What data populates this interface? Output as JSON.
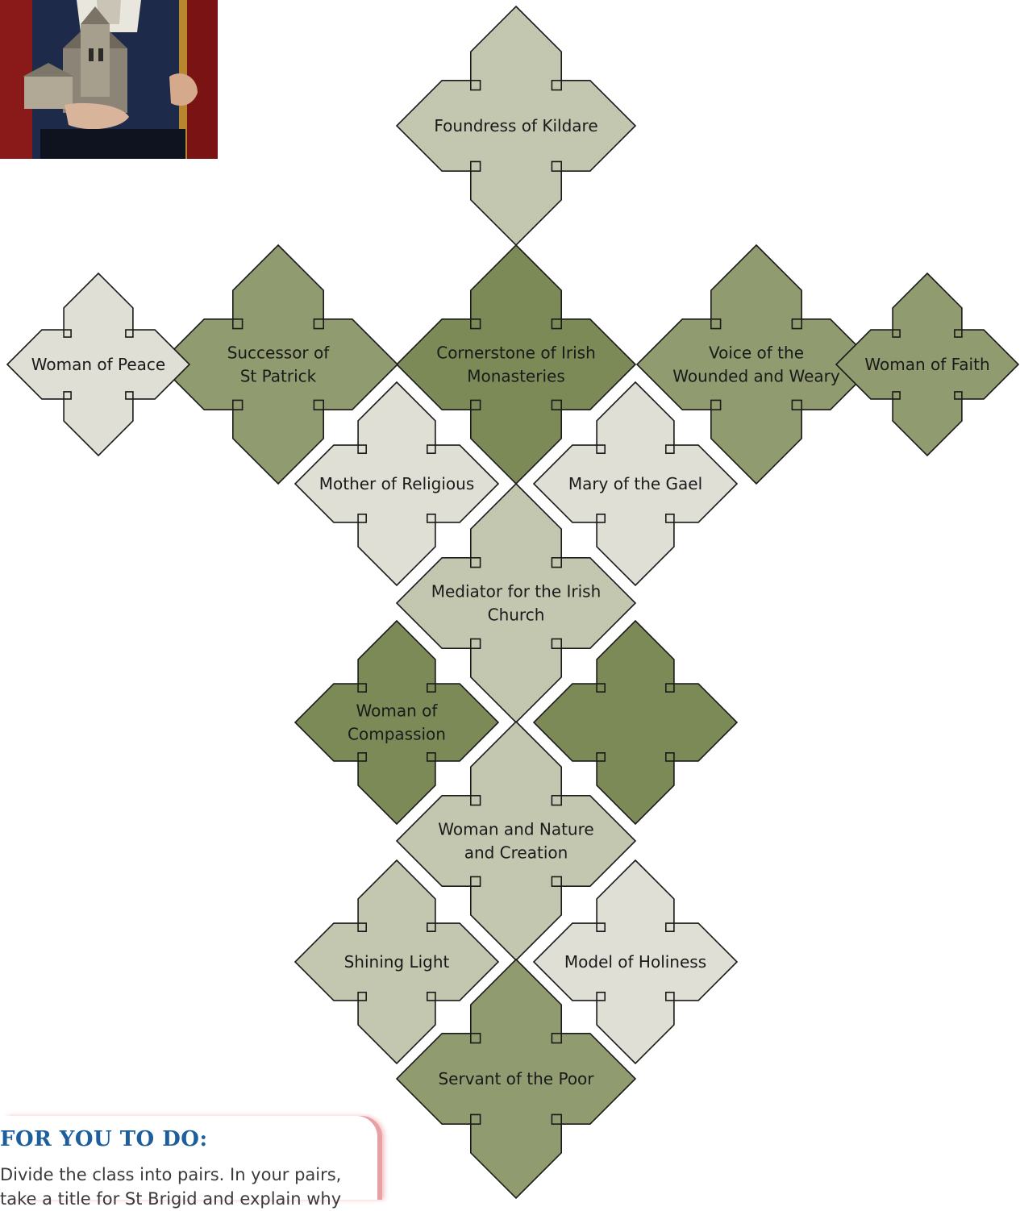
{
  "tiles": [
    {
      "id": "foundress",
      "lines": [
        "Foundress of Kildare"
      ],
      "color": "#c4c7b0"
    },
    {
      "id": "cornerstone",
      "lines": [
        "Cornerstone of Irish",
        "Monasteries"
      ],
      "color": "#7b8a57"
    },
    {
      "id": "successor",
      "lines": [
        "Successor of",
        "St Patrick"
      ],
      "color": "#909b70"
    },
    {
      "id": "voice",
      "lines": [
        "Voice of the",
        "Wounded and Weary"
      ],
      "color": "#909b70"
    },
    {
      "id": "woman-peace",
      "lines": [
        "Woman of Peace"
      ],
      "color": "#dfdfd5"
    },
    {
      "id": "woman-faith",
      "lines": [
        "Woman of Faith"
      ],
      "color": "#909b70"
    },
    {
      "id": "mother-religious",
      "lines": [
        "Mother of Religious"
      ],
      "color": "#dfdfd5"
    },
    {
      "id": "mary-gael",
      "lines": [
        "Mary of the Gael"
      ],
      "color": "#dfdfd5"
    },
    {
      "id": "mediator",
      "lines": [
        "Mediator for the Irish",
        "Church"
      ],
      "color": "#c4c7b0"
    },
    {
      "id": "compassion",
      "lines": [
        "Woman of",
        "Compassion"
      ],
      "color": "#7b8a57"
    },
    {
      "id": "unlabeled",
      "lines": [],
      "color": "#7b8a57"
    },
    {
      "id": "nature",
      "lines": [
        "Woman and Nature",
        "and Creation"
      ],
      "color": "#c4c7b0"
    },
    {
      "id": "shining-light",
      "lines": [
        "Shining Light"
      ],
      "color": "#c4c7b0"
    },
    {
      "id": "holiness",
      "lines": [
        "Model of Holiness"
      ],
      "color": "#dfdfd5"
    },
    {
      "id": "servant",
      "lines": [
        "Servant of the Poor"
      ],
      "color": "#909b70"
    }
  ],
  "task": {
    "heading": "FOR YOU TO DO:",
    "body": "Divide the class into pairs. In your pairs, take a title for St Brigid and explain why"
  }
}
